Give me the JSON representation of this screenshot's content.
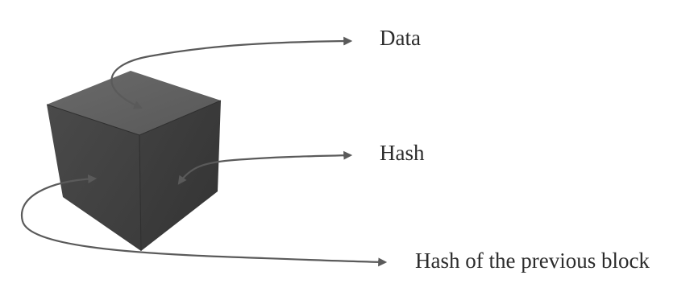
{
  "labels": {
    "data": "Data",
    "hash": "Hash",
    "previous_hash": "Hash of the previous block"
  },
  "colors": {
    "cube_top": "#5f5f5f",
    "cube_left": "#434343",
    "cube_right": "#3a3a3a",
    "arrow": "#5a5a5a",
    "text": "#2b2b2b",
    "background": "#ffffff"
  },
  "icons": {
    "block": "cube-icon"
  }
}
